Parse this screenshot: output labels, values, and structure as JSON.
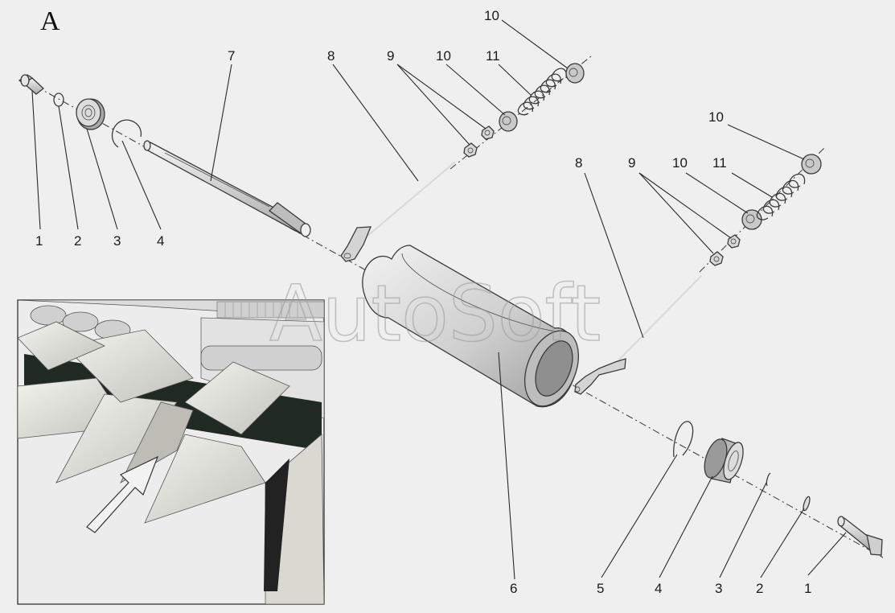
{
  "view_label": "A",
  "watermark": "AutoSoft",
  "callouts_top_left": [
    "1",
    "2",
    "3",
    "4"
  ],
  "callout_7": "7",
  "callout_8_upper": "8",
  "callout_9_upper": "9",
  "callout_10_upper": "10",
  "callout_11_upper": "11",
  "callout_10_top": "10",
  "callout_8_right": "8",
  "callout_9_right": "9",
  "callout_10_right": "10",
  "callout_11_right": "11",
  "callout_10_right_top": "10",
  "callouts_bottom": [
    "6",
    "5",
    "4",
    "3",
    "2",
    "1"
  ],
  "colors": {
    "background": "#efefef",
    "part_fill": "#d6d6d6",
    "part_shade": "#a8a8a8",
    "dark_slot": "#1f2a22",
    "line": "#2a2a2a"
  }
}
